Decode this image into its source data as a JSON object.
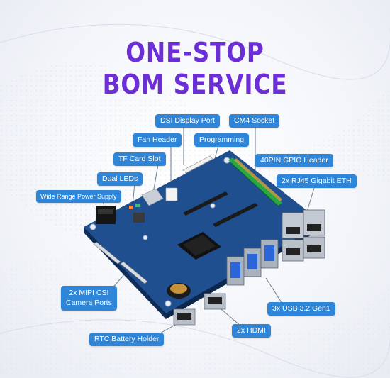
{
  "headline": {
    "line1": "ONE-STOP",
    "line2": "BOM SERVICE"
  },
  "callouts": {
    "dsi": "DSI Display Port",
    "cm4": "CM4 Socket",
    "fan": "Fan Header",
    "programming": "Programming",
    "tf": "TF Card Slot",
    "gpio": "40PIN GPIO Header",
    "leds": "Dual LEDs",
    "rj45": "2x RJ45 Gigabit ETH",
    "power": "Wide Range Power Supply",
    "mipi_line1": "2x MIPI CSI",
    "mipi_line2": "Camera Ports",
    "usb": "3x USB 3.2 Gen1",
    "hdmi": "2x HDMI",
    "rtc": "RTC Battery Holder"
  },
  "colors": {
    "headline": "#6c2fd6",
    "callout": "#2f86d8",
    "pcb": "#1f4f8f"
  }
}
